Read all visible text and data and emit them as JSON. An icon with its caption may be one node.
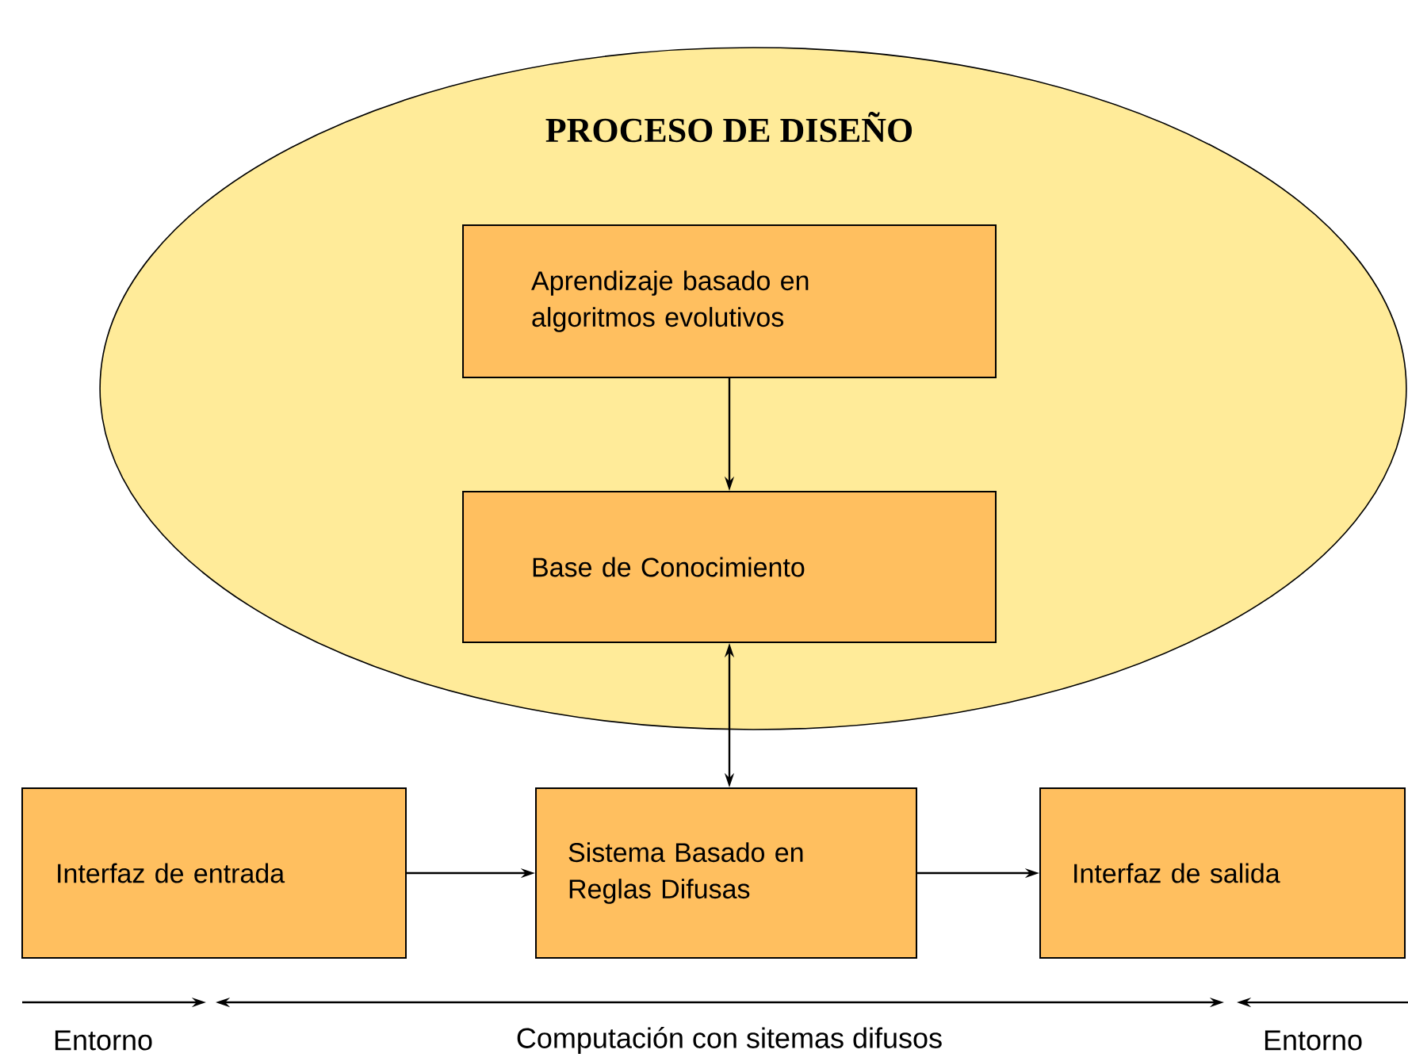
{
  "diagram": {
    "nodes": [
      {
        "text": [
          "PROCESO DE DISEÑO"
        ]
      },
      {
        "text": [
          "Aprendizaje basado en algoritmos evolutivos"
        ],
        "in": 0
      },
      {
        "text": [
          "Base de Conocimiento"
        ],
        "in": 0
      },
      {
        "text": [
          "Interfaz de entrada"
        ]
      },
      {
        "text": [
          "Sistema Basado en Reglas Difusas"
        ]
      },
      {
        "text": [
          "Interfaz de salida"
        ]
      }
    ],
    "edges": [
      {
        "from": 1,
        "to": 2,
        "arrow": "to"
      },
      {
        "from": 2,
        "to": 4,
        "arrow": "both"
      },
      {
        "from": 3,
        "to": 4,
        "arrow": "to"
      },
      {
        "from": 4,
        "to": 5,
        "arrow": "to"
      }
    ],
    "labels": [
      "Entorno",
      "Computación con sitemas difusos",
      "Entorno"
    ]
  }
}
